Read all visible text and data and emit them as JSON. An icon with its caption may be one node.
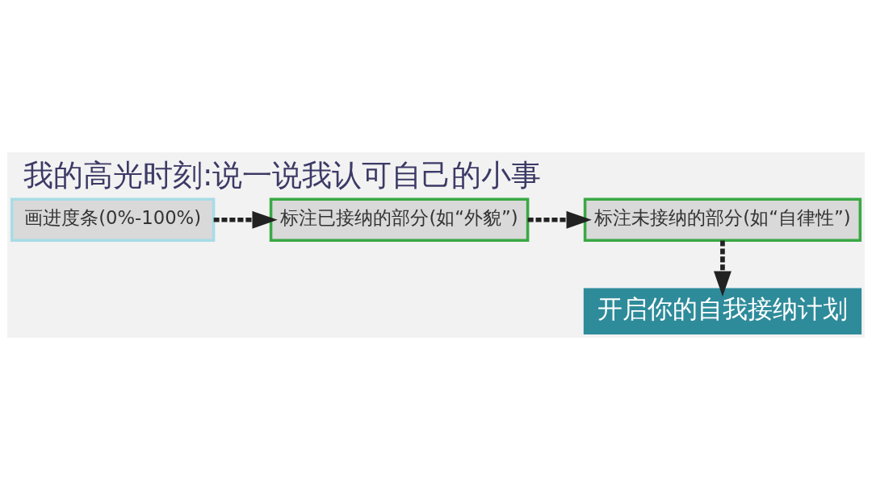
{
  "diagram": {
    "title": "我的高光时刻:说一说我认可自己的小事",
    "nodes": [
      {
        "text": [
          "画进度条(0%-100%)"
        ]
      },
      {
        "text": [
          "标注已接纳的部分(如“外貌”)"
        ]
      },
      {
        "text": [
          "标注未接纳的部分(如“自律性”)"
        ]
      },
      {
        "text": [
          "开启你的自我接纳计划"
        ]
      }
    ],
    "edges": [
      {
        "from": 0,
        "to": 1,
        "arrow": "to",
        "style": "dashed"
      },
      {
        "from": 1,
        "to": 2,
        "arrow": "to",
        "style": "dashed"
      },
      {
        "from": 2,
        "to": 3,
        "arrow": "to",
        "style": "dashed"
      }
    ]
  }
}
